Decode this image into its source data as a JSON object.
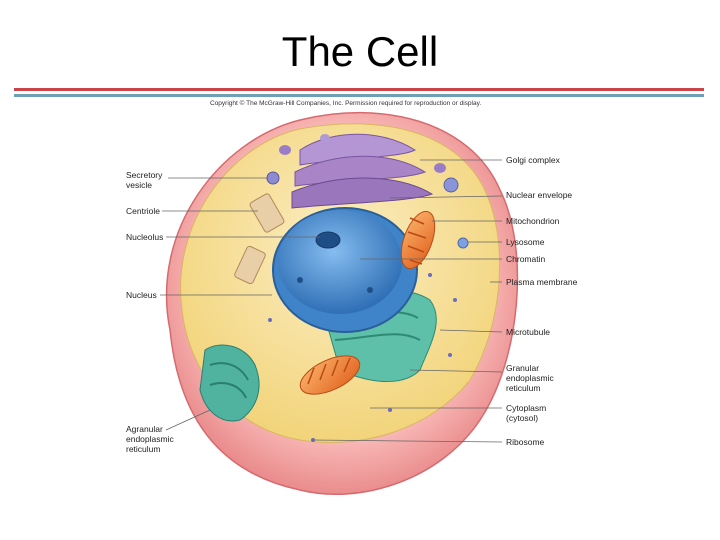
{
  "title": "The Cell",
  "copyright": "Copyright © The McGraw-Hill Companies, Inc. Permission required for reproduction or display.",
  "labels_left": [
    {
      "id": "secretory-vesicle",
      "lines": [
        "Secretory",
        "vesicle"
      ]
    },
    {
      "id": "centriole",
      "lines": [
        "Centriole"
      ]
    },
    {
      "id": "nucleolus",
      "lines": [
        "Nucleolus"
      ]
    },
    {
      "id": "nucleus",
      "lines": [
        "Nucleus"
      ]
    },
    {
      "id": "agranular-er",
      "lines": [
        "Agranular",
        "endoplasmic",
        "reticulum"
      ]
    }
  ],
  "labels_right": [
    {
      "id": "golgi-complex",
      "lines": [
        "Golgi complex"
      ]
    },
    {
      "id": "nuclear-envelope",
      "lines": [
        "Nuclear envelope"
      ]
    },
    {
      "id": "mitochondrion",
      "lines": [
        "Mitochondrion"
      ]
    },
    {
      "id": "lysosome",
      "lines": [
        "Lysosome"
      ]
    },
    {
      "id": "chromatin",
      "lines": [
        "Chromatin"
      ]
    },
    {
      "id": "plasma-membrane",
      "lines": [
        "Plasma membrane"
      ]
    },
    {
      "id": "microtubule",
      "lines": [
        "Microtubule"
      ]
    },
    {
      "id": "granular-er",
      "lines": [
        "Granular",
        "endoplasmic",
        "reticulum"
      ]
    },
    {
      "id": "cytoplasm",
      "lines": [
        "Cytoplasm",
        "(cytosol)"
      ]
    },
    {
      "id": "ribosome",
      "lines": [
        "Ribosome"
      ]
    }
  ],
  "colors": {
    "membrane_outer": "#f2a0a0",
    "cytoplasm": "#f8e3a0",
    "nucleus": "#5b9ad6",
    "golgi": "#a985c8",
    "er": "#4fb3a0",
    "mitochondrion": "#f08a3a",
    "rule_red": "#c8464a",
    "rule_blue": "#6f9fb5"
  }
}
